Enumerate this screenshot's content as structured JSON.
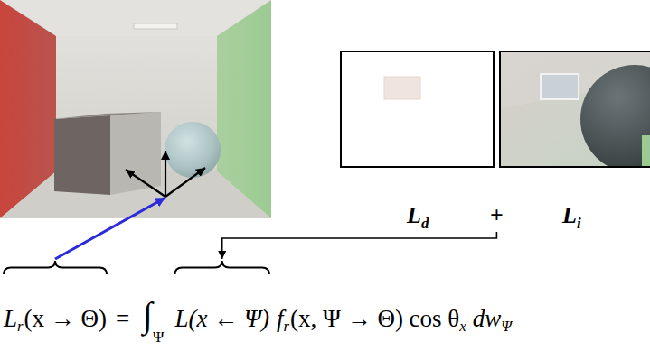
{
  "diagram": {
    "labels": [
      "L",
      "d",
      "+",
      "L",
      "i",
      "L",
      "r",
      "(x → Θ)",
      "=",
      "∫",
      "Ψ",
      "L(x ← Ψ)",
      "f",
      "r",
      "(x, Ψ → Θ) cos θ",
      "x",
      "dw",
      "Ψ"
    ]
  }
}
